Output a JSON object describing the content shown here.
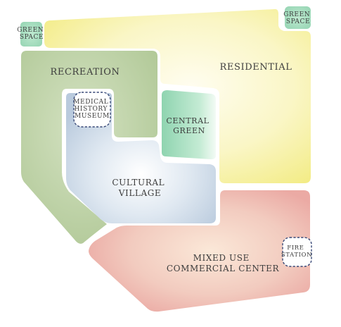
{
  "map": {
    "zones": {
      "residential": {
        "label_lines": [
          "RESIDENTIAL"
        ],
        "color": "#f6f3a8"
      },
      "recreation": {
        "label_lines": [
          "RECREATION"
        ],
        "color": "#bcd2a6"
      },
      "central_green": {
        "label_lines": [
          "CENTRAL",
          "GREEN"
        ],
        "color": "#a8dcc0"
      },
      "cultural_village": {
        "label_lines": [
          "CULTURAL",
          "VILLAGE"
        ],
        "color": "#c8d6e4"
      },
      "mixed_use": {
        "label_lines": [
          "MIXED USE",
          "COMMERCIAL CENTER"
        ],
        "color": "#f0c0b8"
      },
      "green_space_left": {
        "label_lines": [
          "GREEN",
          "SPACE"
        ],
        "color": "#a8dcc0"
      },
      "green_space_right": {
        "label_lines": [
          "GREEN",
          "SPACE"
        ],
        "color": "#a8dcc0"
      }
    },
    "landmarks": {
      "medical_history_museum": {
        "label_lines": [
          "MEDICAL",
          "HISTORY",
          "MUSEUM"
        ]
      },
      "fire_station": {
        "label_lines": [
          "FIRE",
          "STATION"
        ]
      }
    },
    "colors": {
      "landmark_border": "#3a4a78",
      "label_text": "#3d3d3d"
    }
  }
}
